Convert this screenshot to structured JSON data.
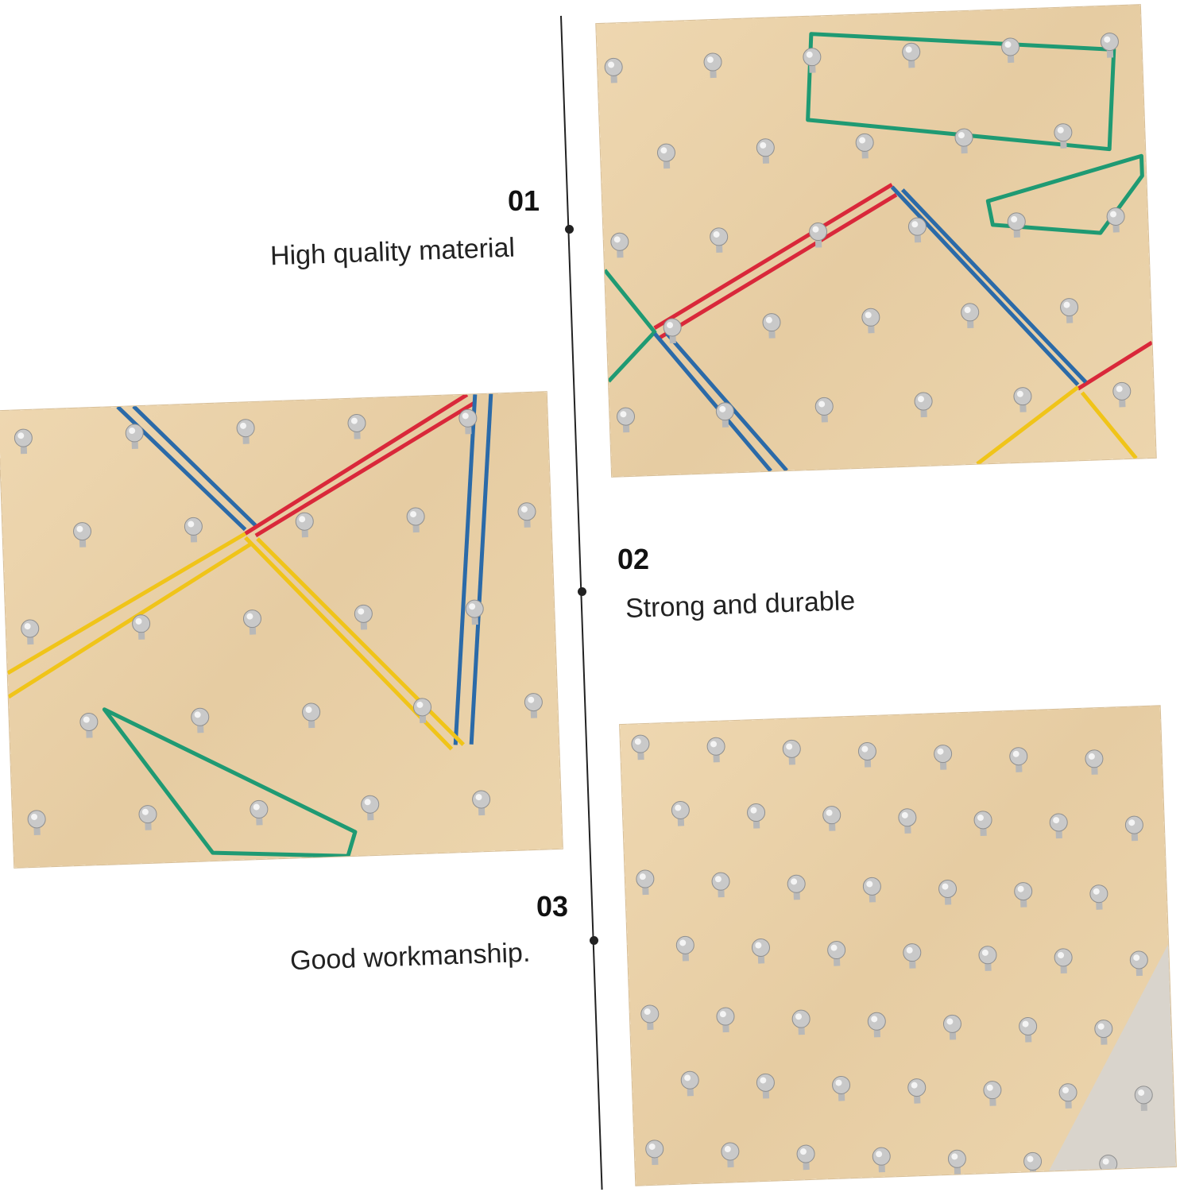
{
  "features": [
    {
      "number": "01",
      "caption": "High quality material"
    },
    {
      "number": "02",
      "caption": "Strong and durable"
    },
    {
      "number": "03",
      "caption": "Good workmanship."
    }
  ],
  "colors": {
    "wood": "#e8cfa6",
    "band_green": "#1f9a73",
    "band_red": "#d9283a",
    "band_blue": "#2b6aa8",
    "band_yellow": "#f0c419"
  }
}
